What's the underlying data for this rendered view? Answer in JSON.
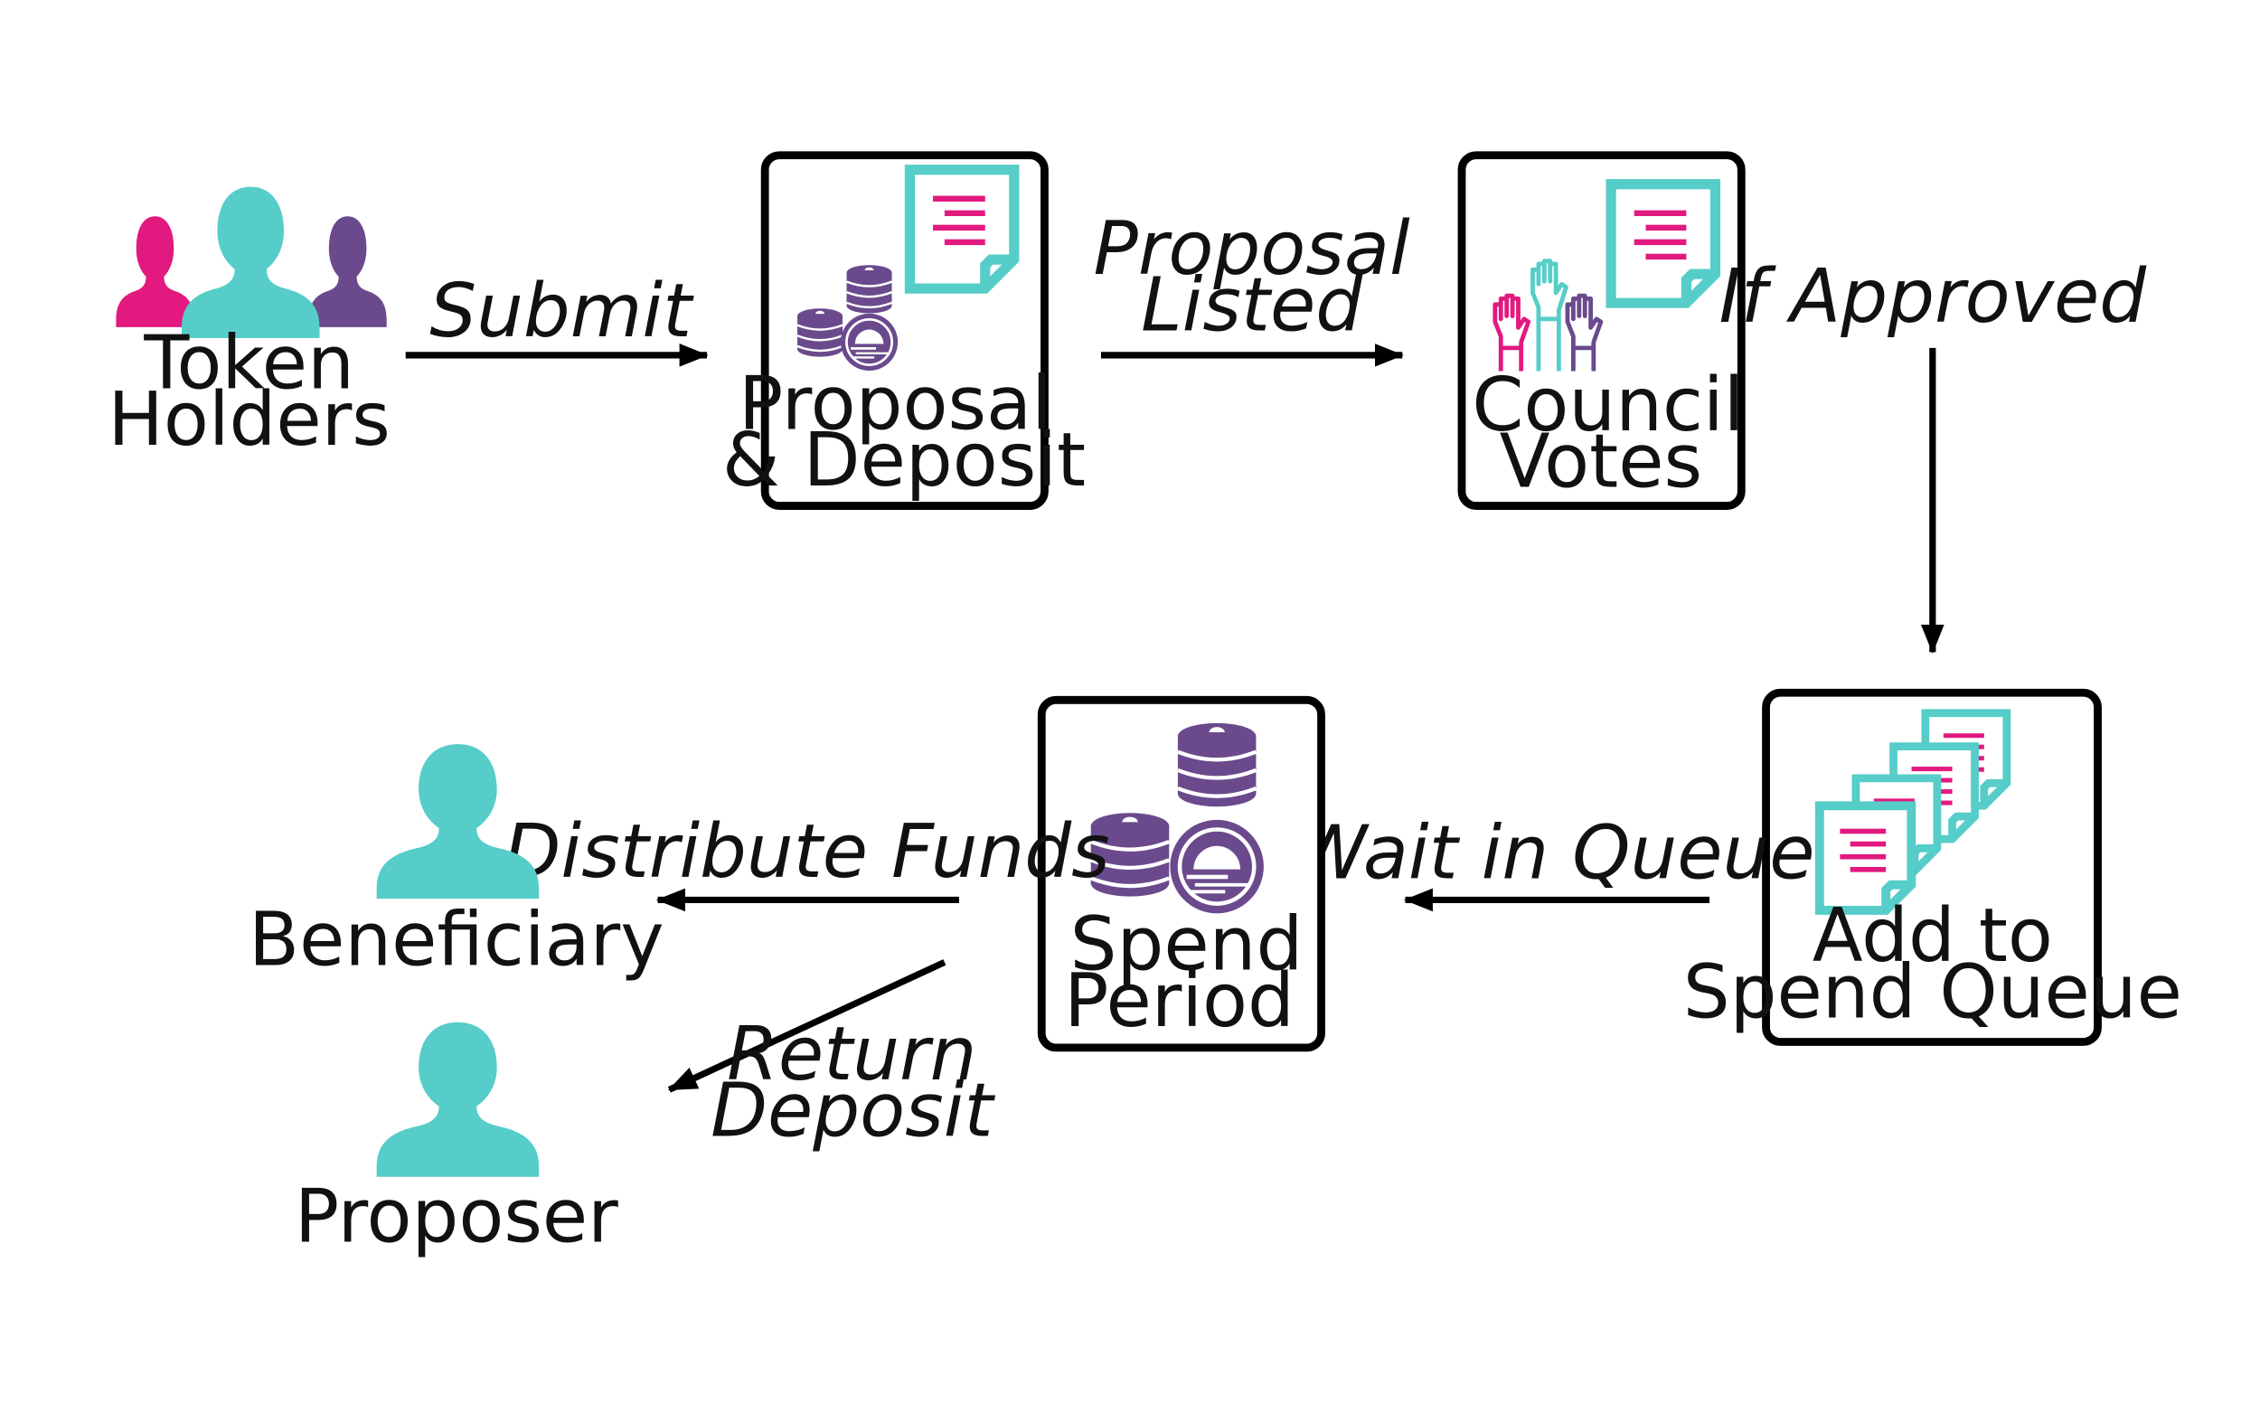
{
  "colors": {
    "teal": "#56CDC8",
    "magenta": "#E2197F",
    "purple": "#6A4A8C",
    "black": "#000000"
  },
  "nodes": {
    "token_holders": {
      "line1": "Token",
      "line2": "Holders",
      "icon": "people-group-icon"
    },
    "proposal_deposit": {
      "line1": "Proposal",
      "line2": "& Deposit",
      "icon": "document-coins-icon"
    },
    "council_votes": {
      "line1": "Council",
      "line2": "Votes",
      "icon": "raised-hands-document-icon"
    },
    "spend_queue": {
      "line1": "Add to",
      "line2": "Spend Queue",
      "icon": "stacked-documents-icon"
    },
    "spend_period": {
      "line1": "Spend",
      "line2": "Period",
      "icon": "coin-stacks-icon"
    },
    "beneficiary": {
      "label": "Beneficiary",
      "icon": "person-icon"
    },
    "proposer": {
      "label": "Proposer",
      "icon": "person-icon"
    }
  },
  "edges": {
    "submit": "Submit",
    "proposal_listed_1": "Proposal",
    "proposal_listed_2": "Listed",
    "if_approved": "If Approved",
    "wait_in_queue": "Wait in Queue",
    "distribute_funds": "Distribute Funds",
    "return_deposit_1": "Return",
    "return_deposit_2": "Deposit"
  }
}
